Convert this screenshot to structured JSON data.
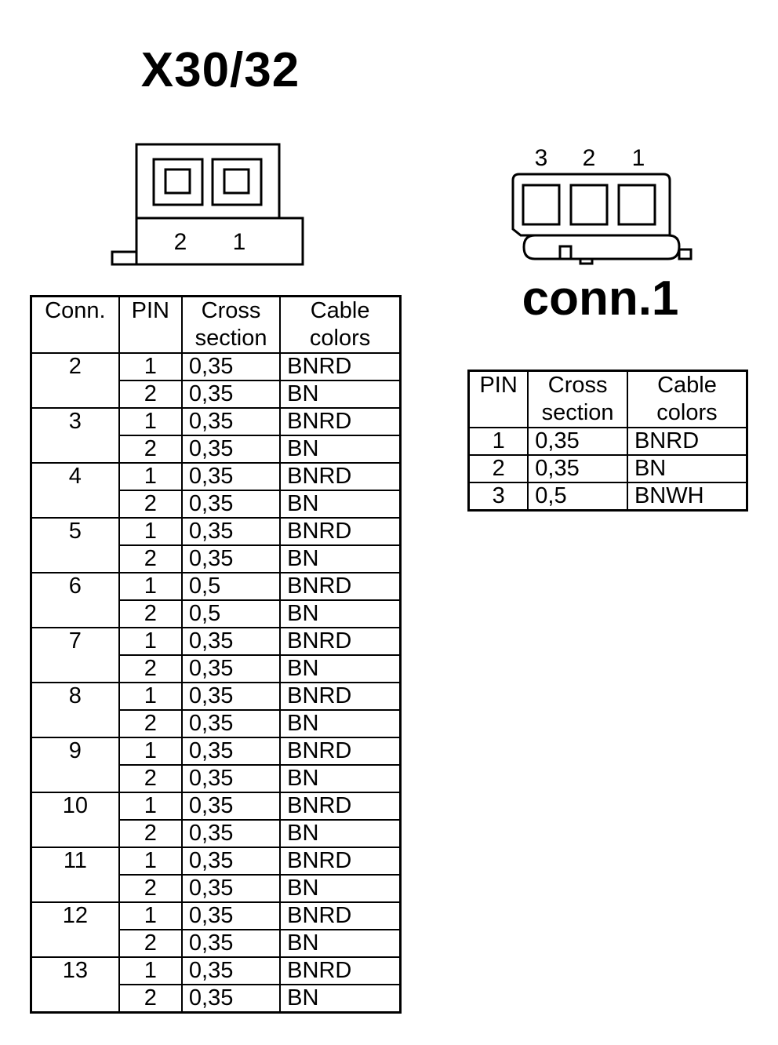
{
  "x30": {
    "title": "X30/32",
    "pins": [
      "2",
      "1"
    ],
    "headers": {
      "conn": "Conn.",
      "pin": "PIN",
      "cross": "Cross section",
      "color": "Cable colors"
    },
    "rows": [
      {
        "conn": "2",
        "pins": [
          {
            "pin": "1",
            "cross": "0,35",
            "color": "BNRD"
          },
          {
            "pin": "2",
            "cross": "0,35",
            "color": "BN"
          }
        ]
      },
      {
        "conn": "3",
        "pins": [
          {
            "pin": "1",
            "cross": "0,35",
            "color": "BNRD"
          },
          {
            "pin": "2",
            "cross": "0,35",
            "color": "BN"
          }
        ]
      },
      {
        "conn": "4",
        "pins": [
          {
            "pin": "1",
            "cross": "0,35",
            "color": "BNRD"
          },
          {
            "pin": "2",
            "cross": "0,35",
            "color": "BN"
          }
        ]
      },
      {
        "conn": "5",
        "pins": [
          {
            "pin": "1",
            "cross": "0,35",
            "color": "BNRD"
          },
          {
            "pin": "2",
            "cross": "0,35",
            "color": "BN"
          }
        ]
      },
      {
        "conn": "6",
        "pins": [
          {
            "pin": "1",
            "cross": "0,5",
            "color": "BNRD"
          },
          {
            "pin": "2",
            "cross": "0,5",
            "color": "BN"
          }
        ]
      },
      {
        "conn": "7",
        "pins": [
          {
            "pin": "1",
            "cross": "0,35",
            "color": "BNRD"
          },
          {
            "pin": "2",
            "cross": "0,35",
            "color": "BN"
          }
        ]
      },
      {
        "conn": "8",
        "pins": [
          {
            "pin": "1",
            "cross": "0,35",
            "color": "BNRD"
          },
          {
            "pin": "2",
            "cross": "0,35",
            "color": "BN"
          }
        ]
      },
      {
        "conn": "9",
        "pins": [
          {
            "pin": "1",
            "cross": "0,35",
            "color": "BNRD"
          },
          {
            "pin": "2",
            "cross": "0,35",
            "color": "BN"
          }
        ]
      },
      {
        "conn": "10",
        "pins": [
          {
            "pin": "1",
            "cross": "0,35",
            "color": "BNRD"
          },
          {
            "pin": "2",
            "cross": "0,35",
            "color": "BN"
          }
        ]
      },
      {
        "conn": "11",
        "pins": [
          {
            "pin": "1",
            "cross": "0,35",
            "color": "BNRD"
          },
          {
            "pin": "2",
            "cross": "0,35",
            "color": "BN"
          }
        ]
      },
      {
        "conn": "12",
        "pins": [
          {
            "pin": "1",
            "cross": "0,35",
            "color": "BNRD"
          },
          {
            "pin": "2",
            "cross": "0,35",
            "color": "BN"
          }
        ]
      },
      {
        "conn": "13",
        "pins": [
          {
            "pin": "1",
            "cross": "0,35",
            "color": "BNRD"
          },
          {
            "pin": "2",
            "cross": "0,35",
            "color": "BN"
          }
        ]
      }
    ]
  },
  "conn1": {
    "title": "conn.1",
    "pins": [
      "3",
      "2",
      "1"
    ],
    "headers": {
      "pin": "PIN",
      "cross": "Cross section",
      "color": "Cable colors"
    },
    "rows": [
      {
        "pin": "1",
        "cross": "0,35",
        "color": "BNRD"
      },
      {
        "pin": "2",
        "cross": "0,35",
        "color": "BN"
      },
      {
        "pin": "3",
        "cross": "0,5",
        "color": "BNWH"
      }
    ]
  }
}
